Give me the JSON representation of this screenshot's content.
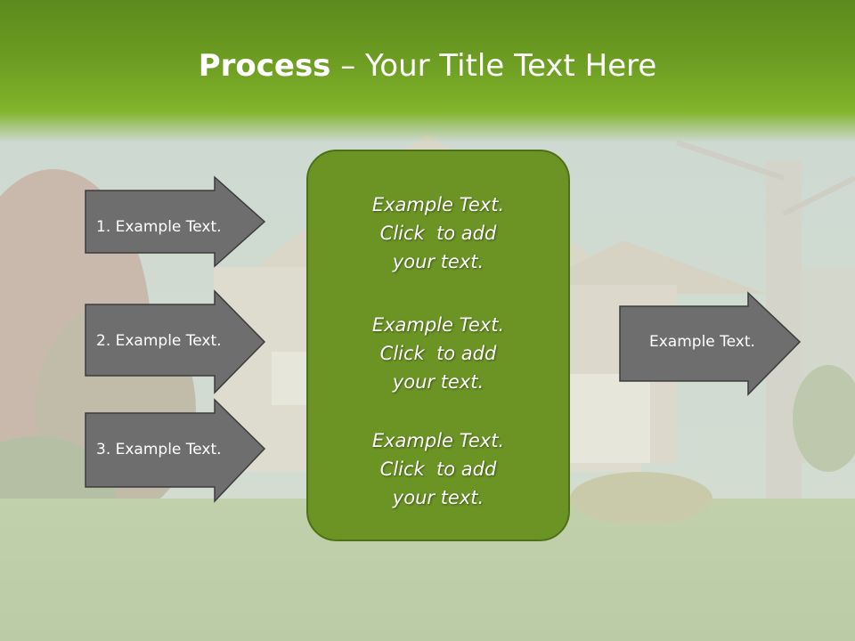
{
  "slide": {
    "title_bold": "Process",
    "title_rest": " – Your Title Text Here",
    "left_arrows": [
      {
        "label": "1. Example Text."
      },
      {
        "label": "2. Example Text."
      },
      {
        "label": "3. Example Text."
      }
    ],
    "center_box": {
      "paragraphs": [
        {
          "lines": [
            "Example Text.",
            "Click  to add",
            "your text."
          ]
        },
        {
          "lines": [
            "Example Text.",
            "Click  to add",
            "your text."
          ]
        },
        {
          "lines": [
            "Example Text.",
            "Click  to add",
            "your text."
          ]
        }
      ]
    },
    "right_arrow": {
      "label": "Example Text."
    }
  },
  "colors": {
    "title_band": "#6e9e22",
    "center_box_fill": "#6b9424",
    "arrow_fill": "#6e6e6e",
    "text": "#ffffff"
  },
  "background": {
    "description_icon": "suburban-house-photo"
  }
}
